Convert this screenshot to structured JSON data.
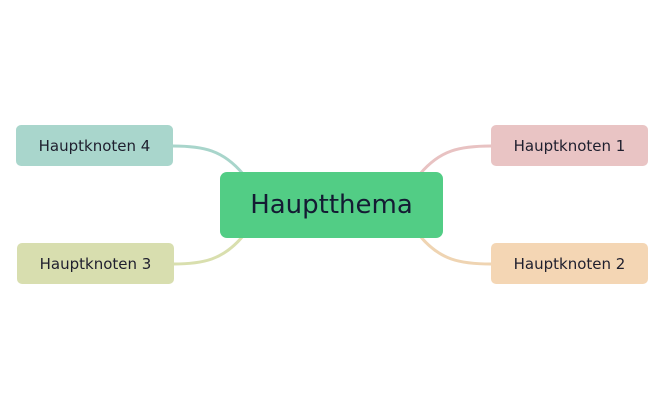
{
  "diagram": {
    "central": {
      "label": "Hauptthema",
      "color": "#52cd85"
    },
    "nodes": [
      {
        "id": "1",
        "label": "Hauptknoten 1",
        "color": "#e9c4c4",
        "line_color": "#e8c2c2"
      },
      {
        "id": "2",
        "label": "Hauptknoten 2",
        "color": "#f4d6b4",
        "line_color": "#efd4b2"
      },
      {
        "id": "3",
        "label": "Hauptknoten 3",
        "color": "#d8deaf",
        "line_color": "#d9dfae"
      },
      {
        "id": "4",
        "label": "Hauptknoten 4",
        "color": "#a9d6cc",
        "line_color": "#a8d5cb"
      }
    ]
  }
}
